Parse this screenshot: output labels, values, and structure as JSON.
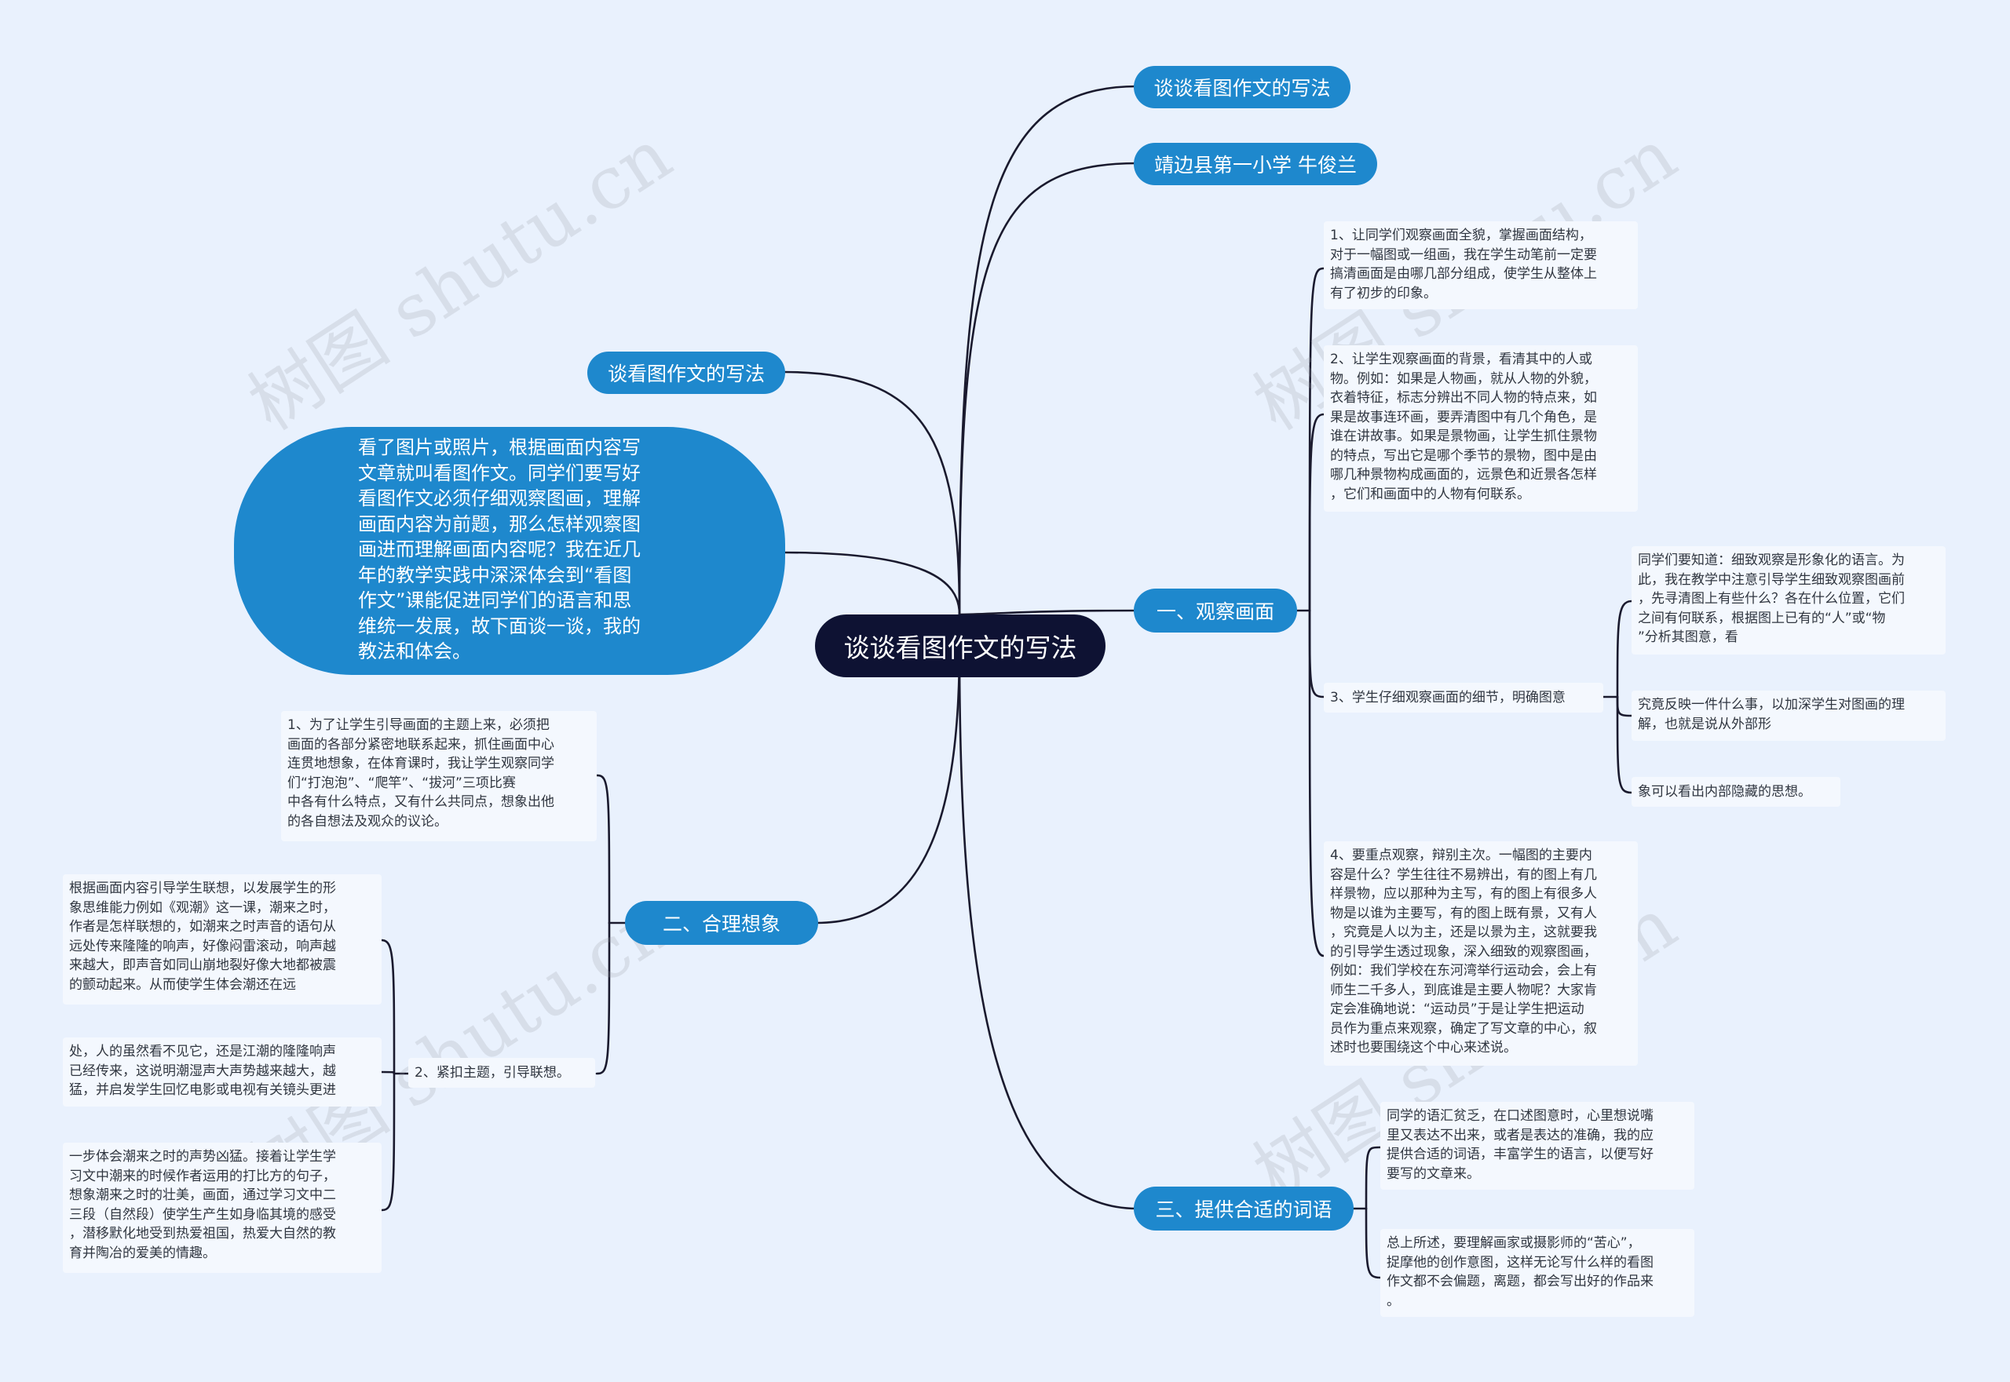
{
  "watermark": "树图 shutu.cn",
  "root": "谈谈看图作文的写法",
  "right": {
    "title_node": "谈谈看图作文的写法",
    "author_node": "靖边县第一小学 牛俊兰",
    "branch1": {
      "label": "一、观察画面",
      "items": [
        "1、让同学们观察画面全貌，掌握画面结构，\n对于一幅图或一组画，我在学生动笔前一定要\n搞清画面是由哪几部分组成，使学生从整体上\n有了初步的印象。",
        "2、让学生观察画面的背景，看清其中的人或\n物。例如：如果是人物画，就从人物的外貌，\n衣着特征，标志分辨出不同人物的特点来，如\n果是故事连环画，要弄清图中有几个角色，是\n谁在讲故事。如果是景物画，让学生抓住景物\n的特点，写出它是哪个季节的景物，图中是由\n哪几种景物构成画面的，远景色和近景各怎样\n，它们和画面中的人物有何联系。",
        "3、学生仔细观察画面的细节，明确图意",
        "4、要重点观察，辩别主次。一幅图的主要内\n容是什么？学生往往不易辨出，有的图上有几\n样景物，应以那种为主写，有的图上有很多人\n物是以谁为主要写，有的图上既有景，又有人\n，究竟是人以为主，还是以景为主，这就要我\n的引导学生透过现象，深入细致的观察图画，\n例如：我们学校在东河湾举行运动会，会上有\n师生二千多人，到底谁是主要人物呢？大家肯\n定会准确地说：“运动员”于是让学生把运动\n员作为重点来观察，确定了写文章的中心，叙\n述时也要围绕这个中心来述说。"
      ],
      "sub3": [
        "同学们要知道：细致观察是形象化的语言。为\n此，我在教学中注意引导学生细致观察图画前\n，先寻清图上有些什么？各在什么位置，它们\n之间有何联系，根据图上已有的“人”或“物\n”分析其图意，看",
        "究竟反映一件什么事，以加深学生对图画的理\n解，也就是说从外部形",
        "象可以看出内部隐藏的思想。"
      ]
    },
    "branch3": {
      "label": "三、提供合适的词语",
      "items": [
        "同学的语汇贫乏，在口述图意时，心里想说嘴\n里又表达不出来，或者是表达的准确，我的应\n提供合适的词语，丰富学生的语言，以便写好\n要写的文章来。",
        "总上所述，要理解画家或摄影师的“苦心”，\n捉摩他的创作意图，这样无论写什么样的看图\n作文都不会偏题，离题，都会写出好的作品来\n。"
      ]
    }
  },
  "left": {
    "talk_node": "谈看图作文的写法",
    "intro": "看了图片或照片，根据画面内容写\n文章就叫看图作文。同学们要写好\n看图作文必须仔细观察图画，理解\n画面内容为前题，那么怎样观察图\n画进而理解画面内容呢？我在近几\n年的教学实践中深深体会到“看图\n作文”课能促进同学们的语言和思\n维统一发展，故下面谈一谈，我的\n教法和体会。",
    "branch2": {
      "label": "二、合理想象",
      "item1": "1、为了让学生引导画面的主题上来，必须把\n画面的各部分紧密地联系起来，抓住画面中心\n连贯地想象，在体育课时，我让学生观察同学\n们“打泡泡”、“爬竿”、“拔河”三项比赛\n中各有什么特点，又有什么共同点，想象出他\n的各自想法及观众的议论。",
      "item2": "2、紧扣主题，引导联想。",
      "item2_children": [
        "根据画面内容引导学生联想，以发展学生的形\n象思维能力例如《观潮》这一课，潮来之时，\n作者是怎样联想的，如潮来之时声音的语句从\n远处传来隆隆的响声，好像闷雷滚动，响声越\n来越大，即声音如同山崩地裂好像大地都被震\n的颤动起来。从而使学生体会潮还在远",
        "处，人的虽然看不见它，还是江潮的隆隆响声\n已经传来，这说明潮湿声大声势越来越大，越\n猛，并启发学生回忆电影或电视有关镜头更进",
        "一步体会潮来之时的声势凶猛。接着让学生学\n习文中潮来的时候作者运用的打比方的句子，\n想象潮来之时的壮美，画面，通过学习文中二\n三段（自然段）使学生产生如身临其境的感受\n，潜移默化地受到热爱祖国，热爱大自然的教\n育并陶冶的爱美的情趣。"
      ]
    }
  },
  "colors": {
    "background": "#e9f1fd",
    "pill": "#1e88cd",
    "root": "#0e1233",
    "leaf": "#f4f8fe",
    "line": "#1a1a2e"
  }
}
